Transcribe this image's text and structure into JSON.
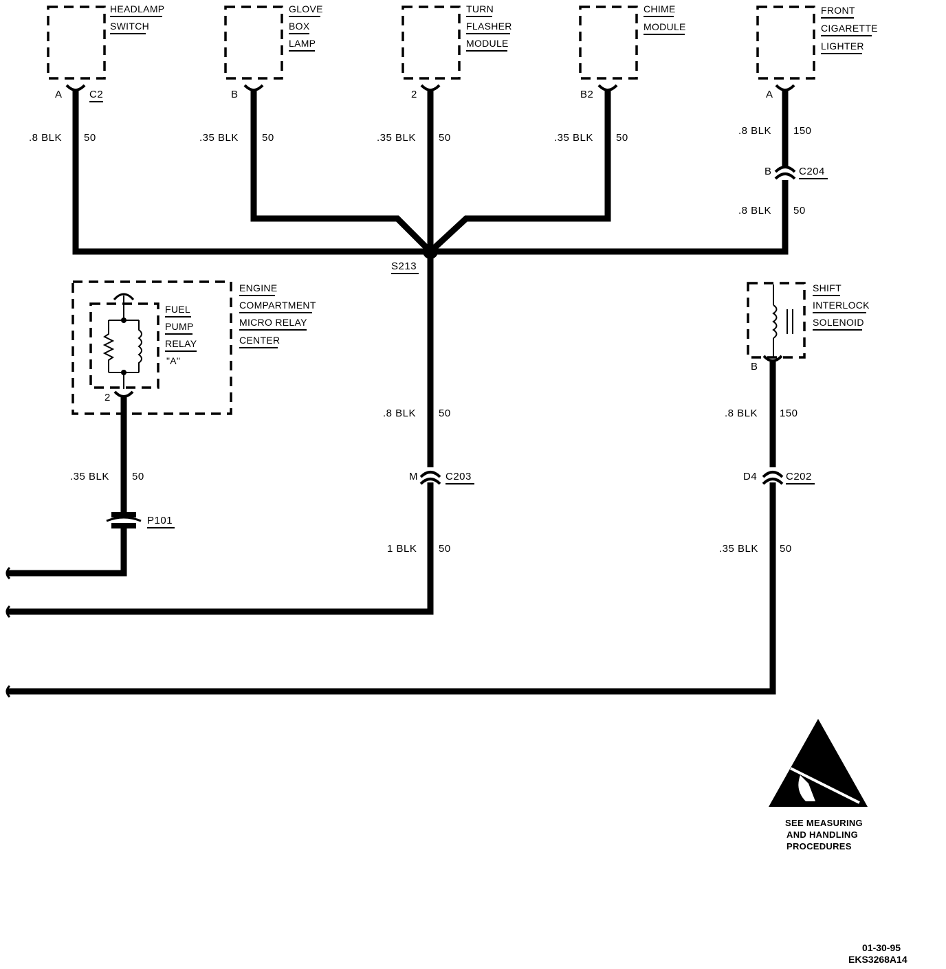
{
  "components": {
    "headlamp_switch": {
      "lines": [
        "HEADLAMP",
        "SWITCH"
      ],
      "pin": "A",
      "connector": "C2"
    },
    "glove_box_lamp": {
      "lines": [
        "GLOVE",
        "BOX",
        "LAMP"
      ],
      "pin": "B"
    },
    "turn_flasher_module": {
      "lines": [
        "TURN",
        "FLASHER",
        "MODULE"
      ],
      "pin": "2"
    },
    "chime_module": {
      "lines": [
        "CHIME",
        "MODULE"
      ],
      "pin": "B2"
    },
    "front_cigarette_lighter": {
      "lines": [
        "FRONT",
        "CIGARETTE",
        "LIGHTER"
      ],
      "pin": "A"
    },
    "engine_compartment_micro_relay_center": {
      "lines": [
        "ENGINE",
        "COMPARTMENT",
        "MICRO RELAY",
        "CENTER"
      ]
    },
    "fuel_pump_relay": {
      "lines": [
        "FUEL",
        "PUMP",
        "RELAY",
        "\"A\""
      ],
      "pin": "2"
    },
    "shift_interlock_solenoid": {
      "lines": [
        "SHIFT",
        "INTERLOCK",
        "SOLENOID"
      ],
      "pin": "B"
    }
  },
  "wires": {
    "headlamp": {
      "gauge": ".8 BLK",
      "circuit": "50"
    },
    "glove": {
      "gauge": ".35 BLK",
      "circuit": "50"
    },
    "turn": {
      "gauge": ".35 BLK",
      "circuit": "50"
    },
    "chime": {
      "gauge": ".35 BLK",
      "circuit": "50"
    },
    "lighter_upper": {
      "gauge": ".8 BLK",
      "circuit": "150"
    },
    "lighter_lower": {
      "gauge": ".8 BLK",
      "circuit": "50"
    },
    "center_upper": {
      "gauge": ".8 BLK",
      "circuit": "50"
    },
    "center_lower": {
      "gauge": "1 BLK",
      "circuit": "50"
    },
    "fuel_pump": {
      "gauge": ".35 BLK",
      "circuit": "50"
    },
    "shift_upper": {
      "gauge": ".8 BLK",
      "circuit": "150"
    },
    "shift_lower": {
      "gauge": ".35 BLK",
      "circuit": "50"
    }
  },
  "connectors": {
    "c204": {
      "name": "C204",
      "pin": "B"
    },
    "c203": {
      "name": "C203",
      "pin": "M"
    },
    "c202": {
      "name": "C202",
      "pin": "D4"
    }
  },
  "splice": "S213",
  "ground": "P101",
  "esd_notice": [
    "SEE MEASURING",
    "AND HANDLING",
    "PROCEDURES"
  ],
  "footer": {
    "date": "01-30-95",
    "code": "EKS3268A14"
  },
  "icons": [
    "esd-warning-icon",
    "relay-coil-icon",
    "solenoid-coil-icon"
  ]
}
